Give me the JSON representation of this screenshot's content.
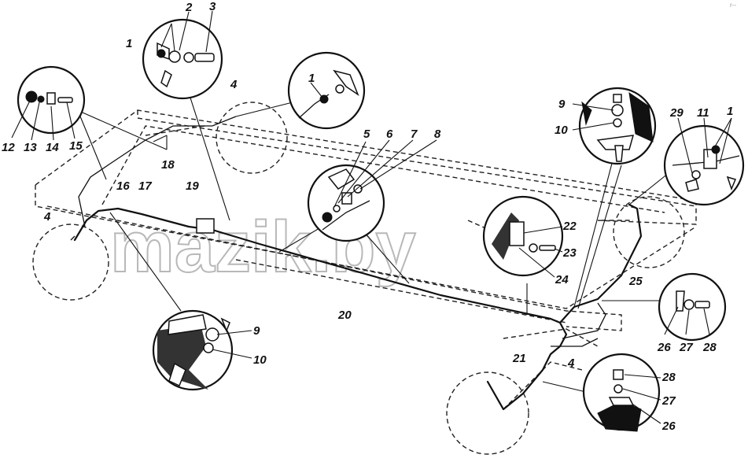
{
  "watermark": "mazik.by",
  "corner_mark": "r--",
  "callouts": [
    {
      "id": "c1",
      "text": "1"
    },
    {
      "id": "c2",
      "text": "2"
    },
    {
      "id": "c3",
      "text": "3"
    },
    {
      "id": "c4a",
      "text": "4"
    },
    {
      "id": "c1b",
      "text": "1"
    },
    {
      "id": "c12",
      "text": "12"
    },
    {
      "id": "c13",
      "text": "13"
    },
    {
      "id": "c14",
      "text": "14"
    },
    {
      "id": "c15",
      "text": "15"
    },
    {
      "id": "c18",
      "text": "18"
    },
    {
      "id": "c16",
      "text": "16"
    },
    {
      "id": "c17",
      "text": "17"
    },
    {
      "id": "c19",
      "text": "19"
    },
    {
      "id": "c4b",
      "text": "4"
    },
    {
      "id": "c5",
      "text": "5"
    },
    {
      "id": "c6",
      "text": "6"
    },
    {
      "id": "c7",
      "text": "7"
    },
    {
      "id": "c8",
      "text": "8"
    },
    {
      "id": "c20",
      "text": "20"
    },
    {
      "id": "c9a",
      "text": "9"
    },
    {
      "id": "c10a",
      "text": "10"
    },
    {
      "id": "c9b",
      "text": "9"
    },
    {
      "id": "c10b",
      "text": "10"
    },
    {
      "id": "c29",
      "text": "29"
    },
    {
      "id": "c11",
      "text": "11"
    },
    {
      "id": "c1c",
      "text": "1"
    },
    {
      "id": "c22",
      "text": "22"
    },
    {
      "id": "c23",
      "text": "23"
    },
    {
      "id": "c24",
      "text": "24"
    },
    {
      "id": "c25",
      "text": "25"
    },
    {
      "id": "c26a",
      "text": "26"
    },
    {
      "id": "c27a",
      "text": "27"
    },
    {
      "id": "c28a",
      "text": "28"
    },
    {
      "id": "c21",
      "text": "21"
    },
    {
      "id": "c4c",
      "text": "4"
    },
    {
      "id": "c28b",
      "text": "28"
    },
    {
      "id": "c27b",
      "text": "27"
    },
    {
      "id": "c26b",
      "text": "26"
    }
  ]
}
